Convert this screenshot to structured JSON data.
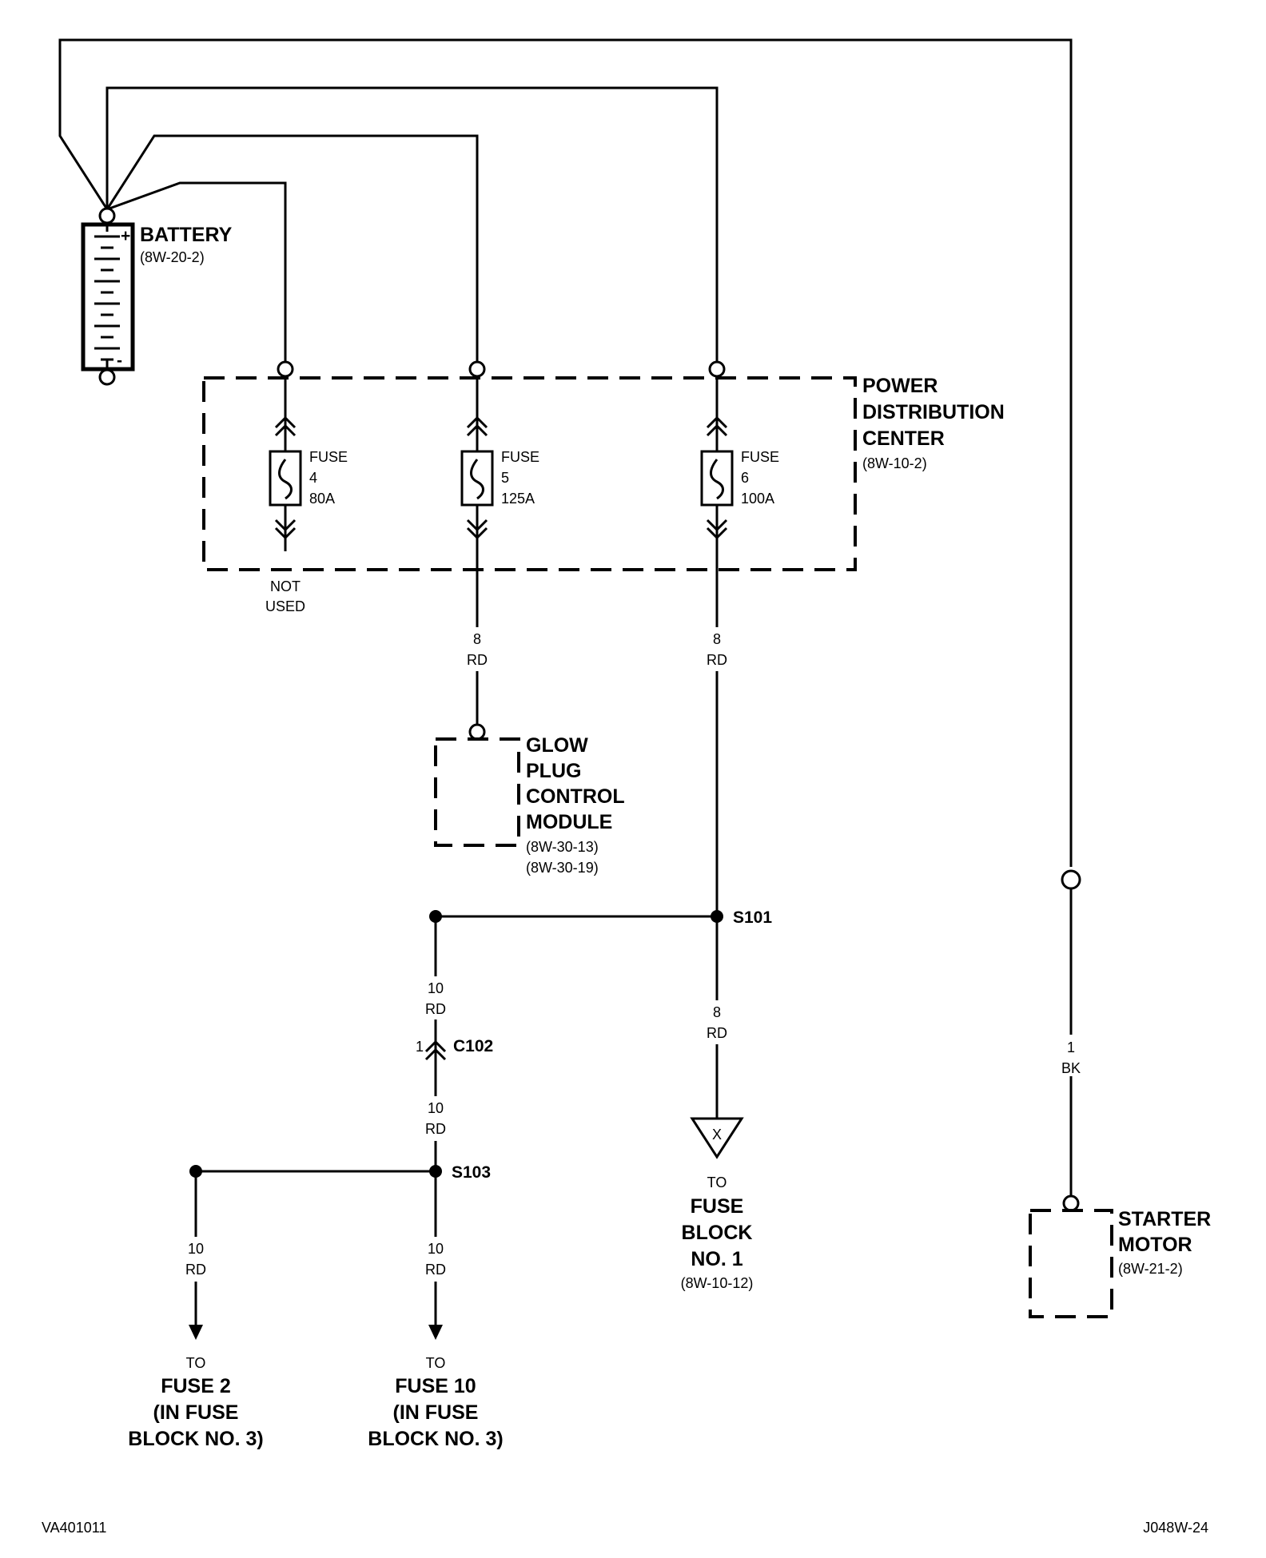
{
  "battery": {
    "name": "BATTERY",
    "ref": "(8W-20-2)",
    "plus": "+",
    "minus": "-"
  },
  "pdc": {
    "name": [
      "POWER",
      "DISTRIBUTION",
      "CENTER"
    ],
    "ref": "(8W-10-2)"
  },
  "fuses": [
    {
      "label": "FUSE",
      "number": "4",
      "rating": "80A"
    },
    {
      "label": "FUSE",
      "number": "5",
      "rating": "125A"
    },
    {
      "label": "FUSE",
      "number": "6",
      "rating": "100A"
    }
  ],
  "not_used": [
    "NOT",
    "USED"
  ],
  "glow_plug": {
    "name": [
      "GLOW",
      "PLUG",
      "CONTROL",
      "MODULE"
    ],
    "refs": [
      "(8W-30-13)",
      "(8W-30-19)"
    ]
  },
  "wires": {
    "fuse5_out": [
      "8",
      "RD"
    ],
    "fuse6_out": [
      "8",
      "RD"
    ],
    "s101_down": [
      "8",
      "RD"
    ],
    "c102_above": [
      "10",
      "RD"
    ],
    "c102_below": [
      "10",
      "RD"
    ],
    "fuse2_branch": [
      "10",
      "RD"
    ],
    "fuse10_branch": [
      "10",
      "RD"
    ],
    "starter_wire": [
      "1",
      "BK"
    ]
  },
  "splices": {
    "s101": "S101",
    "s103": "S103"
  },
  "connector": {
    "name": "C102",
    "pin": "1"
  },
  "connector_x": {
    "symbol": "X"
  },
  "destinations": {
    "fuse_block_1": {
      "to": "TO",
      "lines": [
        "FUSE",
        "BLOCK",
        "NO. 1"
      ],
      "ref": "(8W-10-12)"
    },
    "fuse_2": {
      "to": "TO",
      "lines": [
        "FUSE 2",
        "(IN FUSE",
        "BLOCK NO. 3)"
      ]
    },
    "fuse_10": {
      "to": "TO",
      "lines": [
        "FUSE 10",
        "(IN FUSE",
        "BLOCK NO. 3)"
      ]
    }
  },
  "starter": {
    "name": [
      "STARTER",
      "MOTOR"
    ],
    "ref": "(8W-21-2)"
  },
  "footer": {
    "left": "VA401011",
    "right": "J048W-24"
  }
}
